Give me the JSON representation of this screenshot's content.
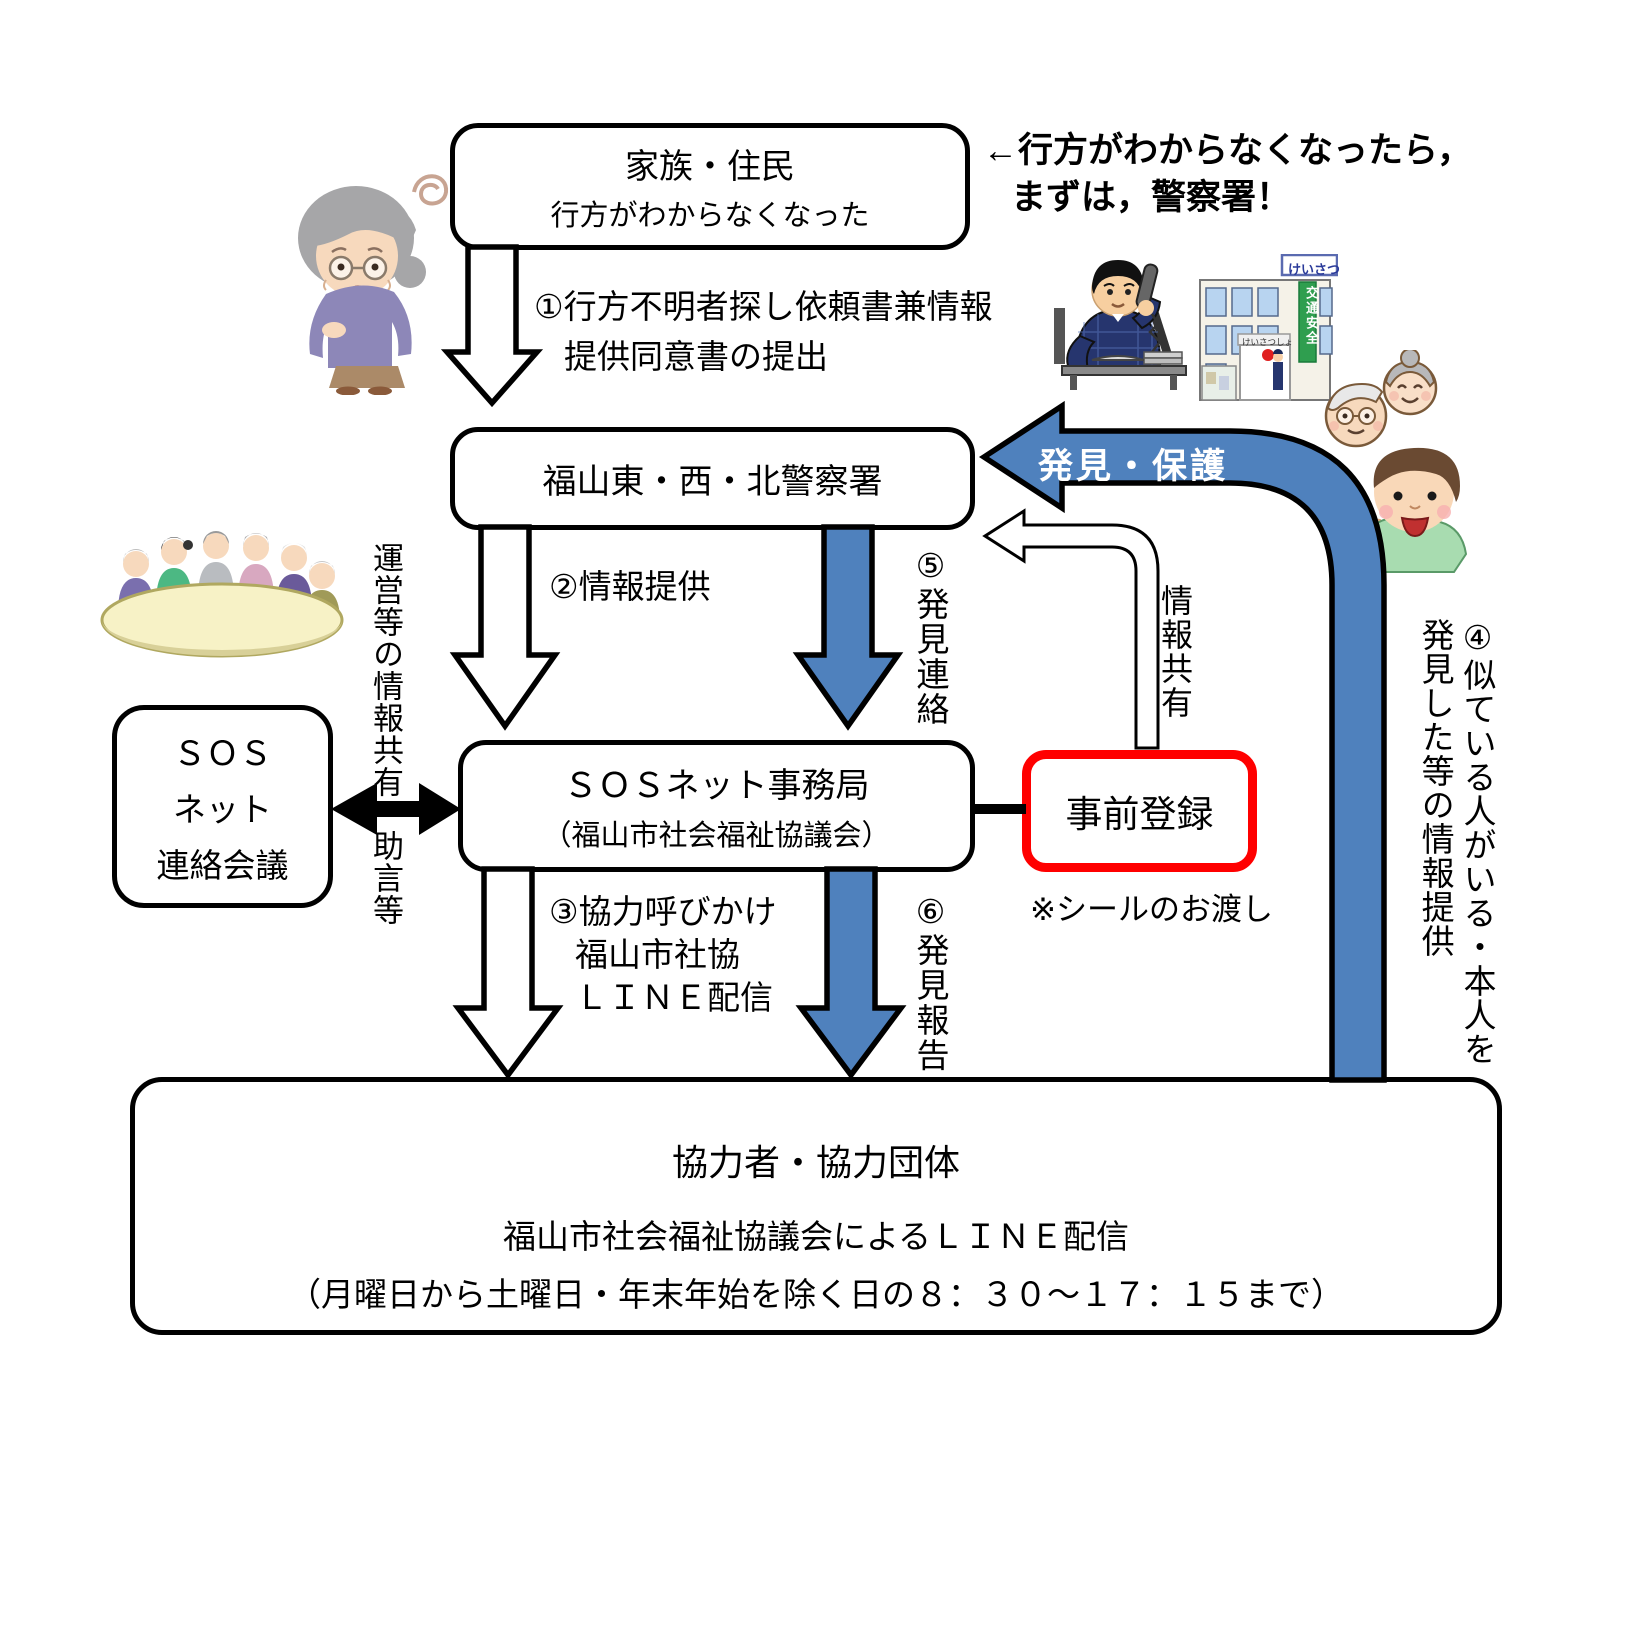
{
  "colors": {
    "arrow_blue": "#4f81bd",
    "alert_red": "#ff0000",
    "outline_black": "#000000"
  },
  "annotation_top_right": {
    "line1": "←行方がわからなくなったら，",
    "line2": "まずは，警察署！"
  },
  "boxes": {
    "family": {
      "title": "家族・住民",
      "subtitle": "行方がわからなくなった"
    },
    "police": {
      "title": "福山東・西・北警察署"
    },
    "sos_office": {
      "title": "ＳＯＳネット事務局",
      "subtitle": "（福山市社会福祉協議会）"
    },
    "sos_meeting": {
      "line1": "ＳＯＳ",
      "line2": "ネット",
      "line3": "連絡会議"
    },
    "pre_registration": {
      "title": "事前登録",
      "note": "※シールのお渡し"
    },
    "cooperators": {
      "title": "協力者・協力団体",
      "line1": "福山市社会福祉協議会によるＬＩＮＥ配信",
      "line2": "（月曜日から土曜日・年末年始を除く日の８：３０～１７：１５まで）"
    }
  },
  "flow_labels": {
    "step1_line1": "①行方不明者探し依頼書兼情報",
    "step1_line2": "提供同意書の提出",
    "step2": "②情報提供",
    "step3_line1": "③協力呼びかけ",
    "step3_line2": "福山市社協",
    "step3_line3": "ＬＩＮＥ配信",
    "step4": "④似ている人がいる・本人を発見した等の情報提供",
    "step5": "⑤発見連絡",
    "step6": "⑥発見報告",
    "found_protect": "発見・保護",
    "info_share": "情報共有",
    "meeting_link": "運営等の情報共有・助言等"
  },
  "illustrations": {
    "police_station": {
      "roof_sign": "けいさつ",
      "banner": "交通安全",
      "entrance_sign": "けいさつしょ"
    }
  }
}
